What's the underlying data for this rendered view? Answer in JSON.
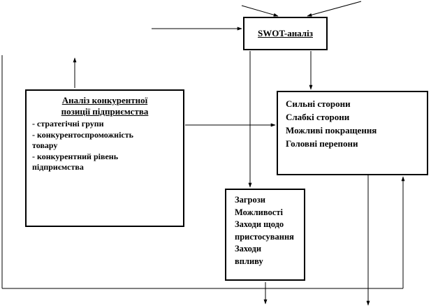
{
  "swot": {
    "label": "SWOT-аналіз"
  },
  "competitive_analysis": {
    "title_line1": "Аналіз конкурентної",
    "title_line2": "позиції підприємства",
    "items": [
      "- стратегічні групи",
      "- конкурентоспроможність",
      "товару",
      "- конкурентний рівень",
      "підприємства"
    ]
  },
  "internal_factors": {
    "items": [
      "Сильні сторони",
      "Слабкі сторони",
      "Можливі покращення",
      "Головні перепони"
    ]
  },
  "external_factors": {
    "items": [
      "Загрози",
      "Можливості",
      "Заходи щодо",
      "пристосування",
      "Заходи",
      "впливу"
    ]
  }
}
